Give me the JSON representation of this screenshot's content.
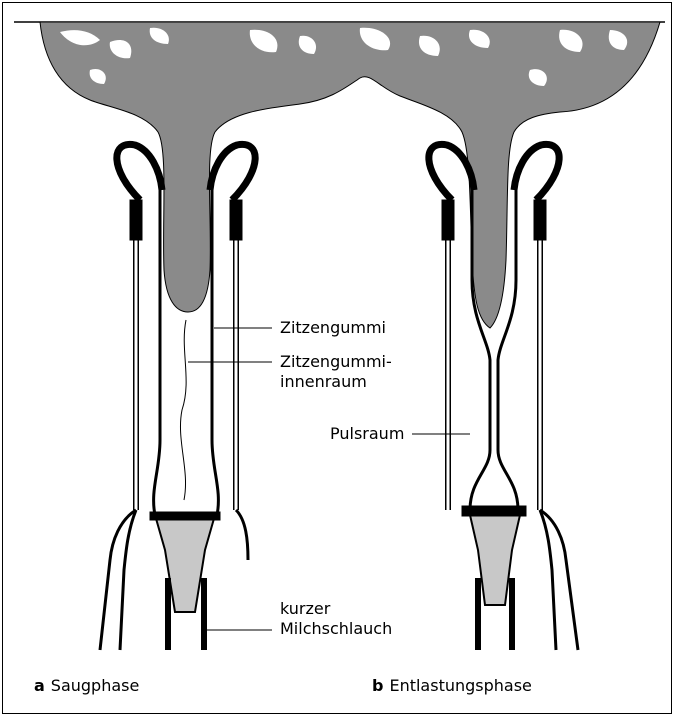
{
  "labels": {
    "zitzengummi": "Zitzengummi",
    "innenraum_1": "Zitzengummi-",
    "innenraum_2": "innenraum",
    "pulsraum": "Pulsraum",
    "milch_1": "kurzer",
    "milch_2": "Milchschlauch"
  },
  "captions": {
    "a": {
      "letter": "a",
      "text": "Saugphase"
    },
    "b": {
      "letter": "b",
      "text": "Entlastungsphase"
    }
  },
  "colors": {
    "udder": "#8a8a8a",
    "stroke": "#000000",
    "light": "#c8c8c8"
  }
}
